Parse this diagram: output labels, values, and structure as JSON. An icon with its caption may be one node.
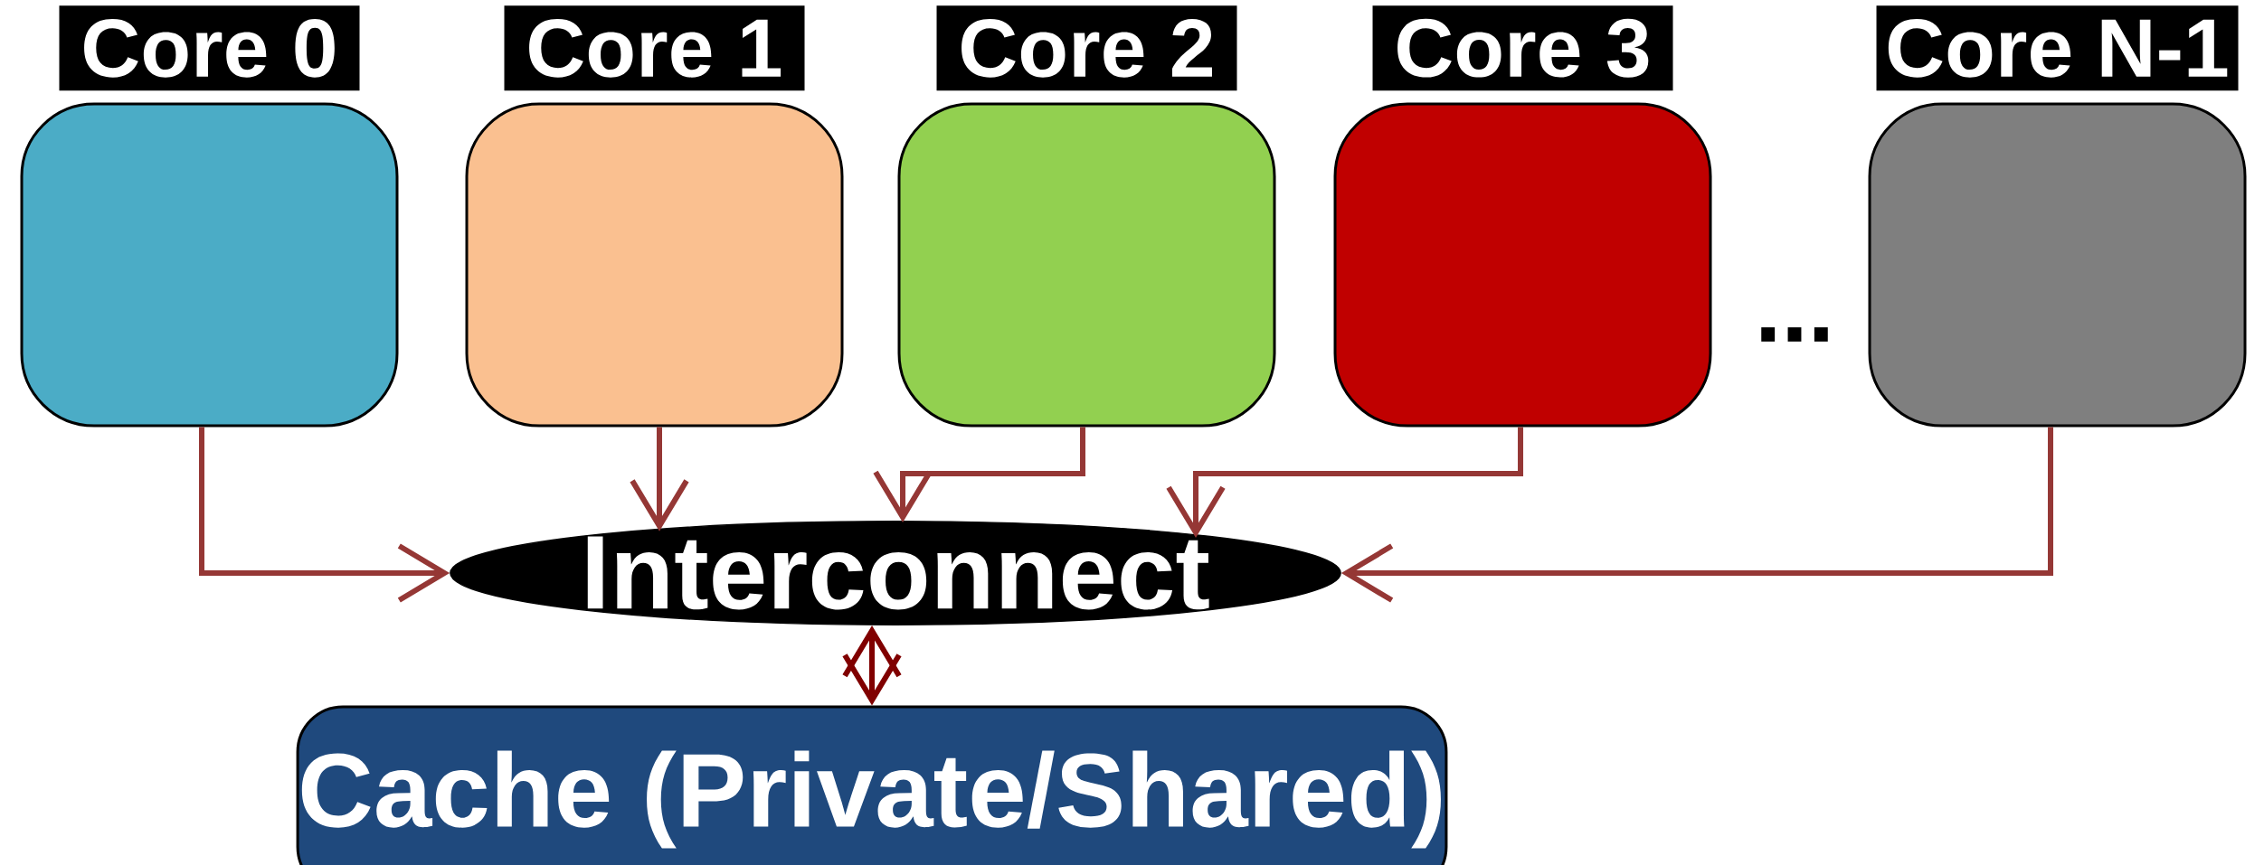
{
  "diagram": {
    "nodes": [
      {
        "text": [
          "Core 0"
        ]
      },
      {
        "text": [
          "Core 1"
        ]
      },
      {
        "text": [
          "Core 2"
        ]
      },
      {
        "text": [
          "Core 3"
        ]
      },
      {
        "text": [
          "Core N-1"
        ]
      },
      {
        "text": [
          "Interconnect"
        ]
      },
      {
        "text": [
          "Cache (Private/Shared)"
        ]
      }
    ],
    "edges": [
      {
        "from": 0,
        "to": 5,
        "arrow": "to"
      },
      {
        "from": 1,
        "to": 5,
        "arrow": "to"
      },
      {
        "from": 2,
        "to": 5,
        "arrow": "to"
      },
      {
        "from": 3,
        "to": 5,
        "arrow": "to"
      },
      {
        "from": 4,
        "to": 5,
        "arrow": "to"
      },
      {
        "from": 5,
        "to": 6,
        "arrow": "both",
        "color": "#800000"
      }
    ],
    "labels": [
      "..."
    ]
  }
}
